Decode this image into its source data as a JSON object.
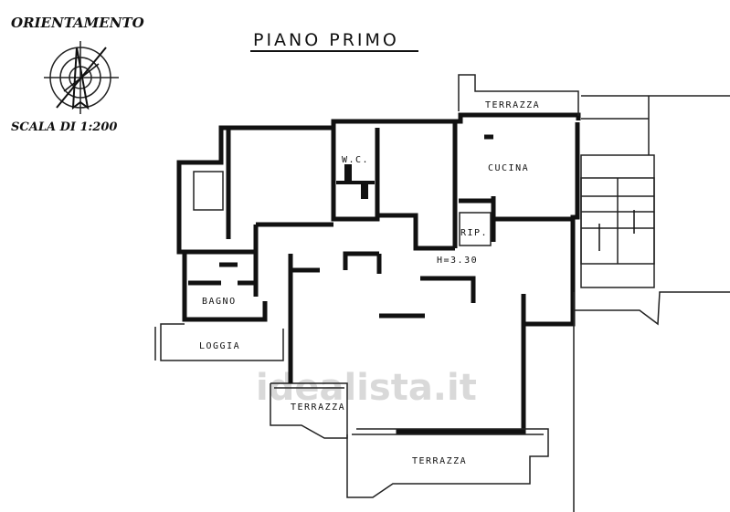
{
  "header": {
    "orientation_label": "ORIENTAMENTO",
    "scale_label": "SCALA DI 1:200"
  },
  "plan": {
    "title": "PIANO PRIMO",
    "height_label": "H=3.30",
    "rooms": {
      "terrazza_top": "TERRAZZA",
      "wc": "W.C.",
      "cucina": "CUCINA",
      "rip": "RIP.",
      "bagno": "BAGNO",
      "loggia": "LOGGIA",
      "terrazza_left": "TERRAZZA",
      "terrazza_bottom": "TERRAZZA"
    },
    "watermark": "idealista.it"
  }
}
